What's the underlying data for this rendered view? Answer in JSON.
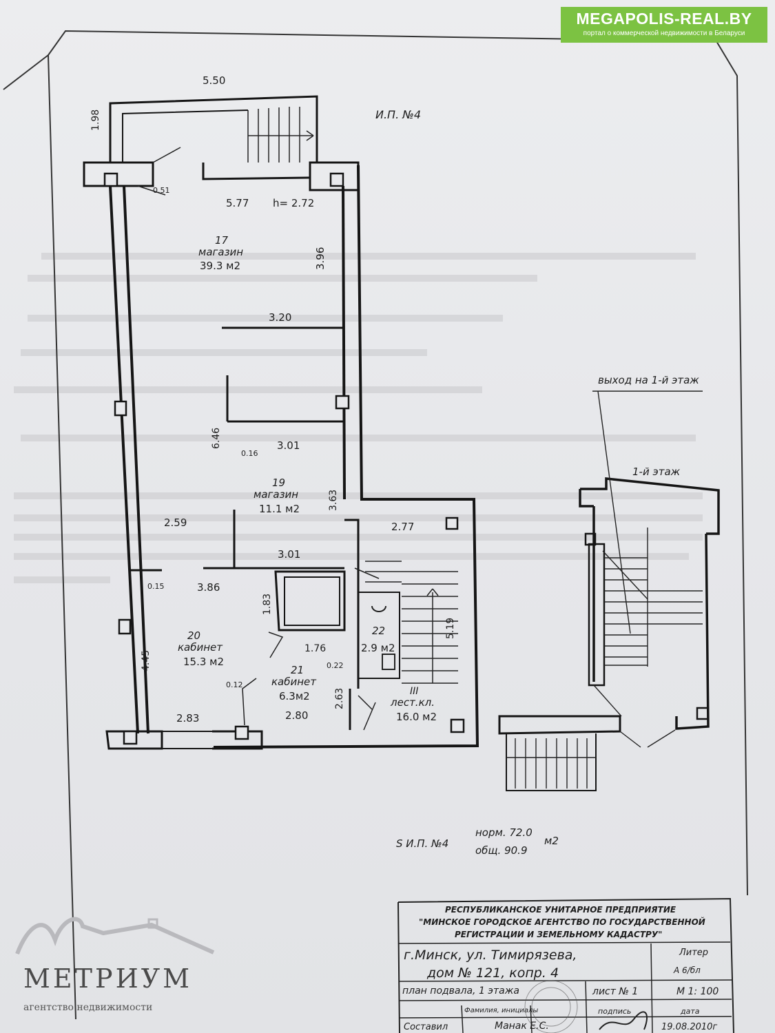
{
  "badge": {
    "site": "MEGAPOLIS-REAL.BY",
    "tagline": "портал о коммерческой недвижимости в Беларуси"
  },
  "logo": {
    "name": "МЕТРИУМ",
    "subtitle": "агентство недвижимости"
  },
  "plan": {
    "title": "И.П. №4",
    "height_label": "h= 2.72",
    "exit_label": "выход на 1-й этаж",
    "floor1_label": "1-й этаж",
    "rooms": [
      {
        "num": "17",
        "name": "магазин",
        "area": "39.3 м2"
      },
      {
        "num": "19",
        "name": "магазин",
        "area": "11.1 м2"
      },
      {
        "num": "20",
        "name": "кабинет",
        "area": "15.3 м2"
      },
      {
        "num": "21",
        "name": "кабинет",
        "area": "6.3м2"
      },
      {
        "num": "22",
        "name": "",
        "area": "2.9 м2"
      },
      {
        "num": "III",
        "name": "лест.кл.",
        "area": "16.0 м2"
      }
    ],
    "dims": {
      "d550": "5.50",
      "d198": "1.98",
      "d051": "0.51",
      "d577": "5.77",
      "d396": "3.96",
      "d320": "3.20",
      "d646": "6.46",
      "d016": "0.16",
      "d301a": "3.01",
      "d363": "3.63",
      "d259": "2.59",
      "d301b": "3.01",
      "d277": "2.77",
      "d015": "0.15",
      "d386": "3.86",
      "d183": "1.83",
      "d519": "5.19",
      "d445": "4.45",
      "d176": "1.76",
      "d022": "0.22",
      "d012": "0.12",
      "d263": "2.63",
      "d283": "2.83",
      "d280": "2.80"
    },
    "summary": {
      "label": "S И.П. №4",
      "norm": "норм. 72.0",
      "total": "общ. 90.9",
      "unit": "м2"
    }
  },
  "stamp": {
    "org1": "РЕСПУБЛИКАНСКОЕ УНИТАРНОЕ ПРЕДПРИЯТИЕ",
    "org2": "\"МИНСКОЕ ГОРОДСКОЕ АГЕНТСТВО ПО ГОСУДАРСТВЕННОЙ",
    "org3": "РЕГИСТРАЦИИ И ЗЕМЕЛЬНОМУ КАДАСТРУ\"",
    "address1": "г.Минск, ул. Тимирязева,",
    "address2": "дом № 121, копр. 4",
    "liter_label": "Литер",
    "liter_value": "А 6/бл",
    "plan_label": "план подвала, 1 этажа",
    "sheet_label": "лист № 1",
    "scale_label": "М 1: 100",
    "col_name": "Фамилия, инициалы",
    "col_sign": "подпись",
    "col_date": "дата",
    "composed_label": "Составил",
    "composer": "Манак Е.С.",
    "date": "19.08.2010г"
  }
}
